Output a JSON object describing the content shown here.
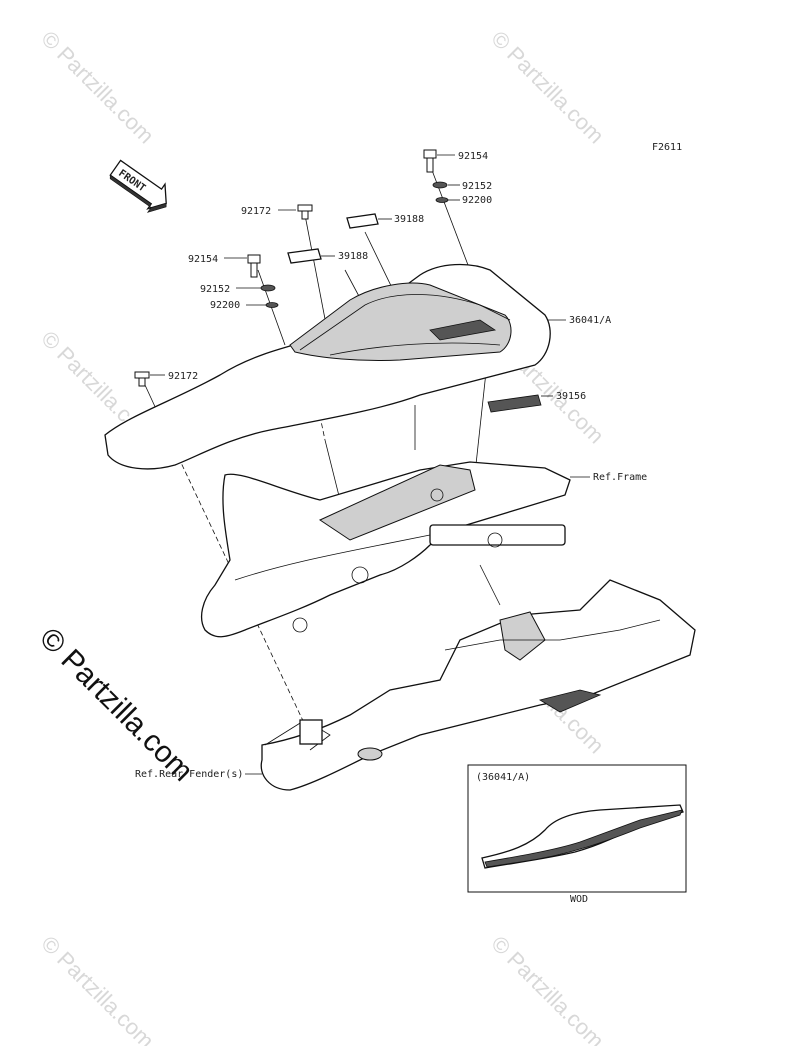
{
  "figure_code": "F2611",
  "front_arrow_label": "FRONT",
  "watermark_text": "© Partzilla.com",
  "callouts": {
    "bolt_top_right": "92154",
    "washer_top_right": "92152",
    "rubber_top_right": "92200",
    "clip_top": "92172",
    "label_top": "39188",
    "label_mid": "39188",
    "bolt_left": "92154",
    "washer_left": "92152",
    "rubber_left": "92200",
    "cover": "36041/A",
    "clip_left": "92172",
    "label_side": "39156",
    "ref_frame": "Ref.Frame",
    "ref_rear_fender": "Ref.Rear Fender(s)"
  },
  "inset": {
    "title": "(36041/A)",
    "caption": "WOD"
  },
  "colors": {
    "line": "#111111",
    "watermark": "#d8d8d8"
  }
}
